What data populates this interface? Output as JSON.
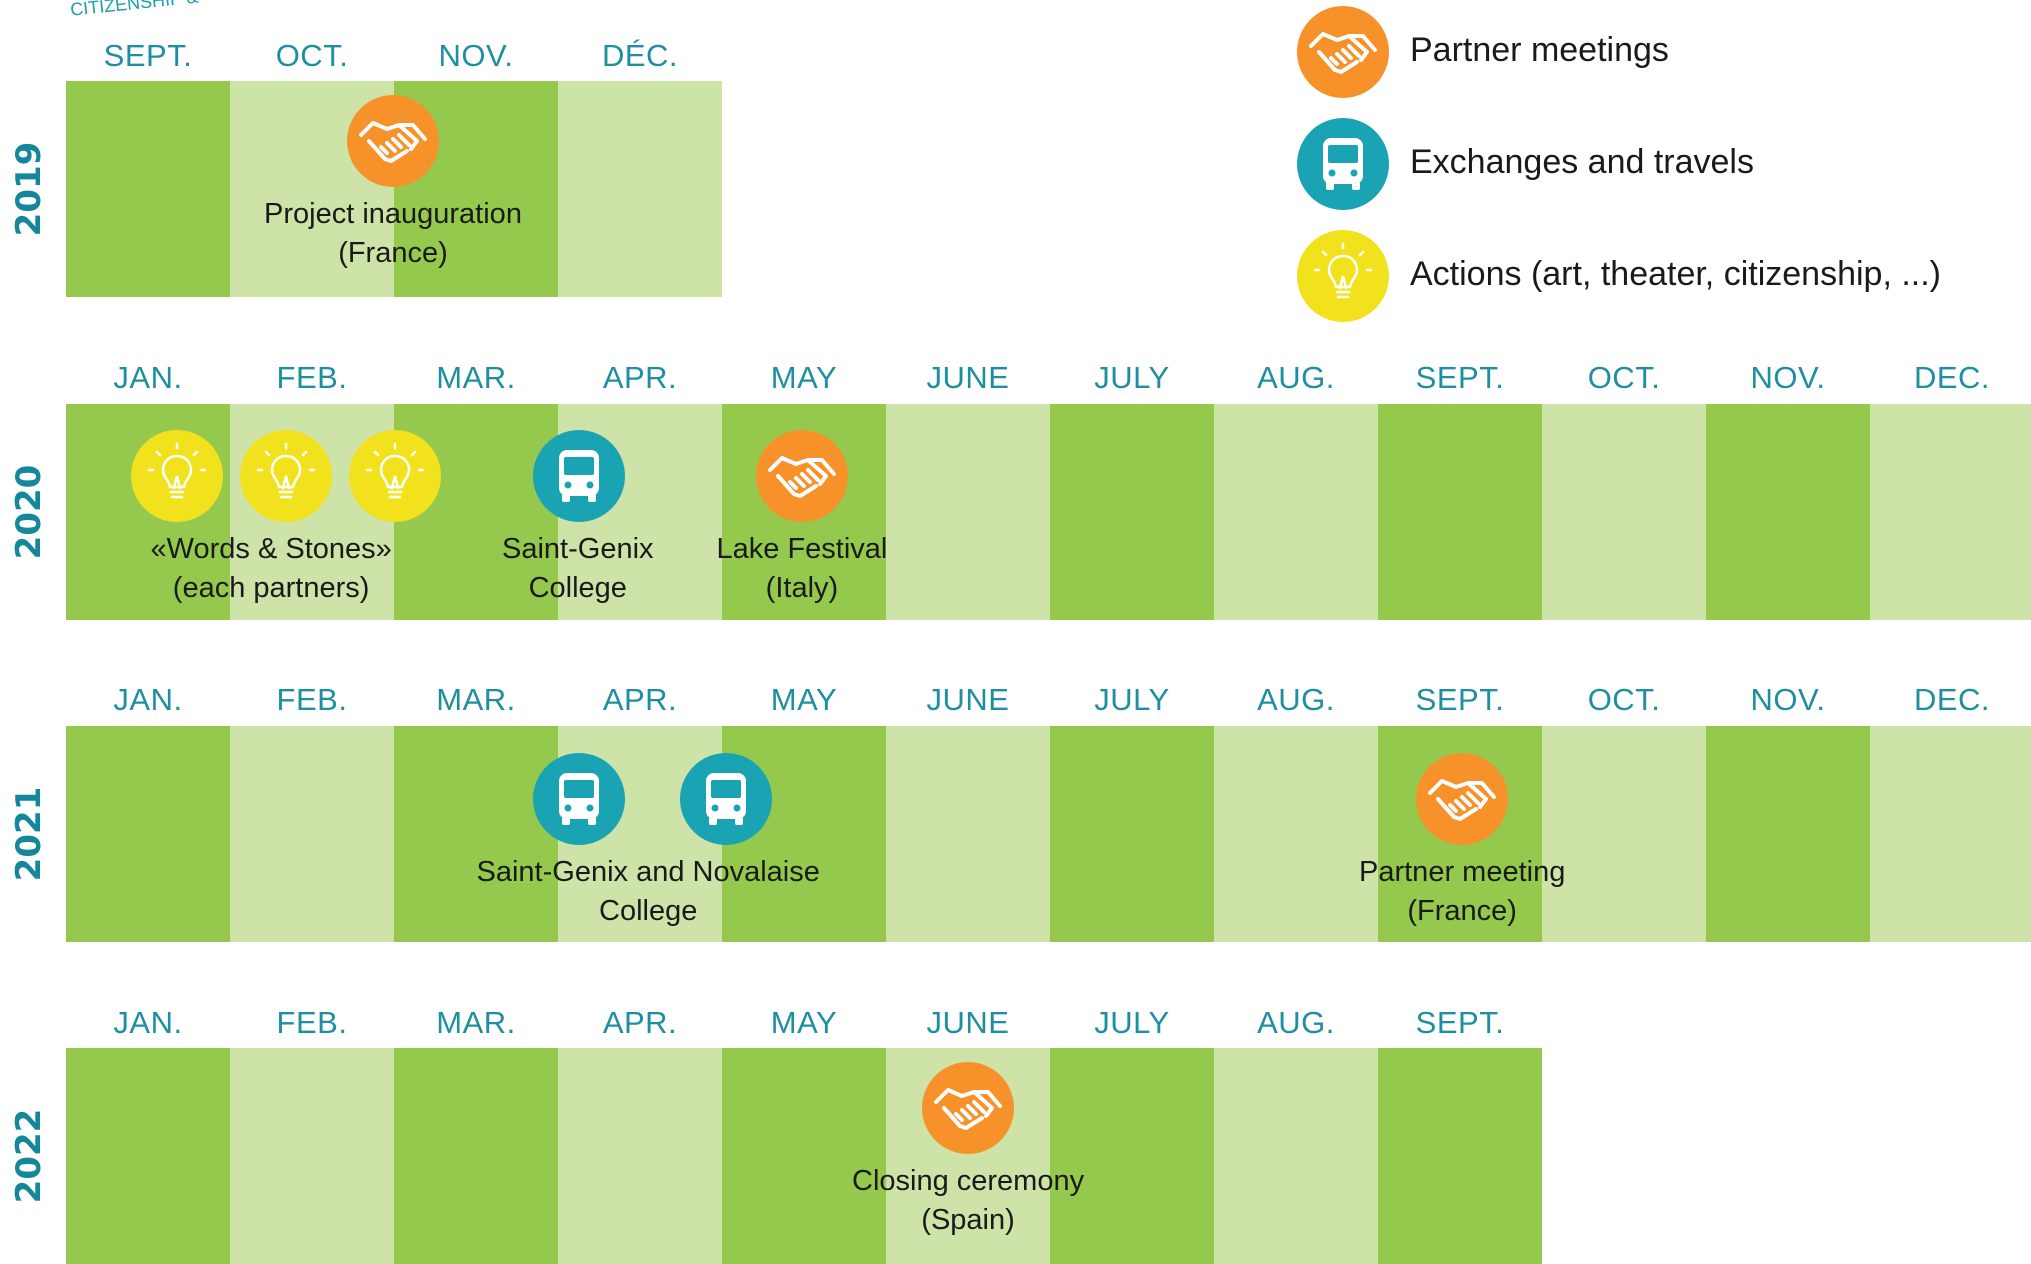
{
  "logo_fragment": "CITIZENSHIP &",
  "colors": {
    "dark_green": "#94c94d",
    "light_green": "#cde3a8",
    "month_teal": "#1e8fa0",
    "year_teal": "#14889a",
    "meeting_orange": "#f7922a",
    "travel_teal": "#1aa3b3",
    "action_yellow": "#f2e21d"
  },
  "legend": [
    {
      "icon": "handshake-icon",
      "type": "meeting",
      "label": "Partner meetings"
    },
    {
      "icon": "bus-icon",
      "type": "travel",
      "label": "Exchanges and travels"
    },
    {
      "icon": "lightbulb-icon",
      "type": "action",
      "label": "Actions (art, theater, citizenship, ...)"
    }
  ],
  "rows": [
    {
      "year": "2019",
      "months": [
        "SEPT.",
        "OCT.",
        "NOV.",
        "DÉC."
      ],
      "shading": [
        "dark",
        "light",
        "dark",
        "light"
      ],
      "events": [
        {
          "type": "meeting",
          "icon": "handshake-icon",
          "lines": [
            "Project inauguration",
            "(France)"
          ]
        }
      ]
    },
    {
      "year": "2020",
      "months": [
        "JAN.",
        "FEB.",
        "MAR.",
        "APR.",
        "MAY",
        "JUNE",
        "JULY",
        "AUG.",
        "SEPT.",
        "OCT.",
        "NOV.",
        "DEC."
      ],
      "shading": [
        "dark",
        "light",
        "dark",
        "light",
        "dark",
        "light",
        "dark",
        "light",
        "dark",
        "light",
        "dark",
        "light"
      ],
      "events": [
        {
          "type": "action",
          "icon": "lightbulb-icon",
          "lines": []
        },
        {
          "type": "action",
          "icon": "lightbulb-icon",
          "lines": []
        },
        {
          "type": "action",
          "icon": "lightbulb-icon",
          "lines": []
        },
        {
          "type": "caption",
          "lines": [
            "«Words & Stones»",
            "(each partners)"
          ]
        },
        {
          "type": "travel",
          "icon": "bus-icon",
          "lines": [
            "Saint-Genix",
            "College"
          ]
        },
        {
          "type": "meeting",
          "icon": "handshake-icon",
          "lines": [
            "Lake Festival",
            "(Italy)"
          ]
        }
      ]
    },
    {
      "year": "2021",
      "months": [
        "JAN.",
        "FEB.",
        "MAR.",
        "APR.",
        "MAY",
        "JUNE",
        "JULY",
        "AUG.",
        "SEPT.",
        "OCT.",
        "NOV.",
        "DEC."
      ],
      "shading": [
        "dark",
        "light",
        "dark",
        "light",
        "dark",
        "light",
        "dark",
        "light",
        "dark",
        "light",
        "dark",
        "light"
      ],
      "events": [
        {
          "type": "travel",
          "icon": "bus-icon",
          "lines": []
        },
        {
          "type": "travel",
          "icon": "bus-icon",
          "lines": []
        },
        {
          "type": "caption",
          "lines": [
            "Saint-Genix and Novalaise",
            "College"
          ]
        },
        {
          "type": "meeting",
          "icon": "handshake-icon",
          "lines": [
            "Partner meeting",
            "(France)"
          ]
        }
      ]
    },
    {
      "year": "2022",
      "months": [
        "JAN.",
        "FEB.",
        "MAR.",
        "APR.",
        "MAY",
        "JUNE",
        "JULY",
        "AUG.",
        "SEPT."
      ],
      "shading": [
        "dark",
        "light",
        "dark",
        "light",
        "dark",
        "light",
        "dark",
        "light",
        "dark"
      ],
      "events": [
        {
          "type": "meeting",
          "icon": "handshake-icon",
          "lines": [
            "Closing ceremony",
            "(Spain)"
          ]
        }
      ]
    }
  ]
}
